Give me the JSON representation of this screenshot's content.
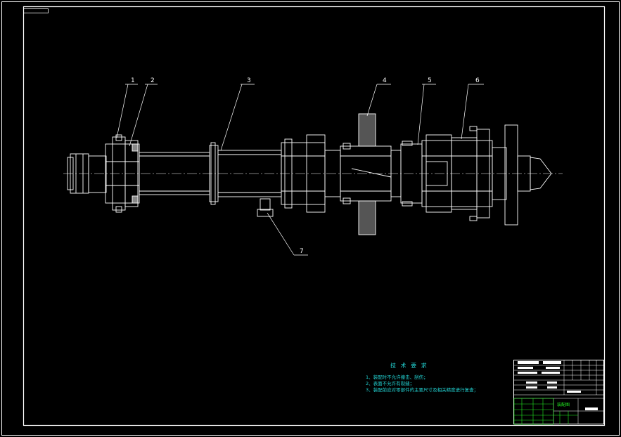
{
  "drawing": {
    "part_labels": [
      "1",
      "2",
      "3",
      "4",
      "5",
      "6",
      "7"
    ],
    "technical_requirements": {
      "title": "技 术 要 求",
      "items": [
        "1、装配时不允许撞击、刮伤；",
        "2、表面不允许有裂缝；",
        "3、装配前应对零部件的主要尺寸及相关精度进行复查；"
      ]
    },
    "title_block": {
      "drawing_name": "装配图"
    }
  },
  "colors": {
    "background": "#000000",
    "line": "#ffffff",
    "text_cyan": "#22d3d3",
    "titleblock_green": "#22ee22"
  }
}
